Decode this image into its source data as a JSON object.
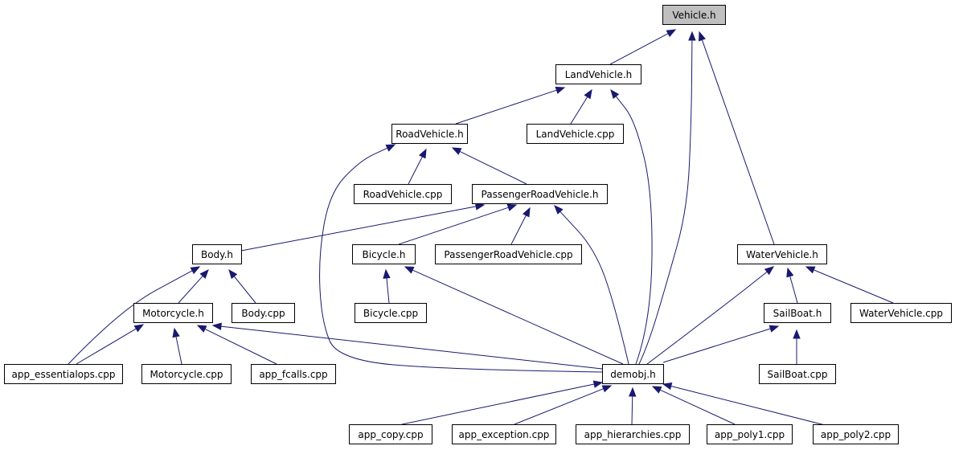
{
  "colors": {
    "edge": "#191970",
    "node_fill": "#ffffff",
    "root_fill": "#bfbfbf",
    "node_border": "#000000"
  },
  "nodes": [
    {
      "id": "vehicle_h",
      "label": "Vehicle.h",
      "highlight": true
    },
    {
      "id": "landvehicle_h",
      "label": "LandVehicle.h"
    },
    {
      "id": "roadvehicle_h",
      "label": "RoadVehicle.h"
    },
    {
      "id": "landvehicle_cpp",
      "label": "LandVehicle.cpp"
    },
    {
      "id": "roadvehicle_cpp",
      "label": "RoadVehicle.cpp"
    },
    {
      "id": "passengerroadvehicle_h",
      "label": "PassengerRoadVehicle.h"
    },
    {
      "id": "body_h",
      "label": "Body.h"
    },
    {
      "id": "bicycle_h",
      "label": "Bicycle.h"
    },
    {
      "id": "passengerroadvehicle_cpp",
      "label": "PassengerRoadVehicle.cpp"
    },
    {
      "id": "watervehicle_h",
      "label": "WaterVehicle.h"
    },
    {
      "id": "motorcycle_h",
      "label": "Motorcycle.h"
    },
    {
      "id": "body_cpp",
      "label": "Body.cpp"
    },
    {
      "id": "bicycle_cpp",
      "label": "Bicycle.cpp"
    },
    {
      "id": "sailboat_h",
      "label": "SailBoat.h"
    },
    {
      "id": "watervehicle_cpp",
      "label": "WaterVehicle.cpp"
    },
    {
      "id": "app_essentialops_cpp",
      "label": "app_essentialops.cpp"
    },
    {
      "id": "motorcycle_cpp",
      "label": "Motorcycle.cpp"
    },
    {
      "id": "app_fcalls_cpp",
      "label": "app_fcalls.cpp"
    },
    {
      "id": "demobj_h",
      "label": "demobj.h"
    },
    {
      "id": "sailboat_cpp",
      "label": "SailBoat.cpp"
    },
    {
      "id": "app_copy_cpp",
      "label": "app_copy.cpp"
    },
    {
      "id": "app_exception_cpp",
      "label": "app_exception.cpp"
    },
    {
      "id": "app_hierarchies_cpp",
      "label": "app_hierarchies.cpp"
    },
    {
      "id": "app_poly1_cpp",
      "label": "app_poly1.cpp"
    },
    {
      "id": "app_poly2_cpp",
      "label": "app_poly2.cpp"
    }
  ],
  "edges": [
    {
      "from": "landvehicle_h",
      "to": "vehicle_h"
    },
    {
      "from": "demobj_h",
      "to": "vehicle_h"
    },
    {
      "from": "watervehicle_h",
      "to": "vehicle_h"
    },
    {
      "from": "roadvehicle_h",
      "to": "landvehicle_h"
    },
    {
      "from": "landvehicle_cpp",
      "to": "landvehicle_h"
    },
    {
      "from": "demobj_h",
      "to": "landvehicle_h"
    },
    {
      "from": "roadvehicle_cpp",
      "to": "roadvehicle_h"
    },
    {
      "from": "passengerroadvehicle_h",
      "to": "roadvehicle_h"
    },
    {
      "from": "demobj_h",
      "to": "roadvehicle_h"
    },
    {
      "from": "body_h",
      "to": "passengerroadvehicle_h"
    },
    {
      "from": "bicycle_h",
      "to": "passengerroadvehicle_h"
    },
    {
      "from": "passengerroadvehicle_cpp",
      "to": "passengerroadvehicle_h"
    },
    {
      "from": "demobj_h",
      "to": "passengerroadvehicle_h"
    },
    {
      "from": "motorcycle_h",
      "to": "body_h"
    },
    {
      "from": "body_cpp",
      "to": "body_h"
    },
    {
      "from": "app_essentialops_cpp",
      "to": "body_h"
    },
    {
      "from": "bicycle_cpp",
      "to": "bicycle_h"
    },
    {
      "from": "demobj_h",
      "to": "bicycle_h"
    },
    {
      "from": "sailboat_h",
      "to": "watervehicle_h"
    },
    {
      "from": "watervehicle_cpp",
      "to": "watervehicle_h"
    },
    {
      "from": "demobj_h",
      "to": "watervehicle_h"
    },
    {
      "from": "app_essentialops_cpp",
      "to": "motorcycle_h"
    },
    {
      "from": "motorcycle_cpp",
      "to": "motorcycle_h"
    },
    {
      "from": "app_fcalls_cpp",
      "to": "motorcycle_h"
    },
    {
      "from": "demobj_h",
      "to": "motorcycle_h"
    },
    {
      "from": "sailboat_cpp",
      "to": "sailboat_h"
    },
    {
      "from": "demobj_h",
      "to": "sailboat_h"
    },
    {
      "from": "app_copy_cpp",
      "to": "demobj_h"
    },
    {
      "from": "app_exception_cpp",
      "to": "demobj_h"
    },
    {
      "from": "app_hierarchies_cpp",
      "to": "demobj_h"
    },
    {
      "from": "app_poly1_cpp",
      "to": "demobj_h"
    },
    {
      "from": "app_poly2_cpp",
      "to": "demobj_h"
    }
  ]
}
